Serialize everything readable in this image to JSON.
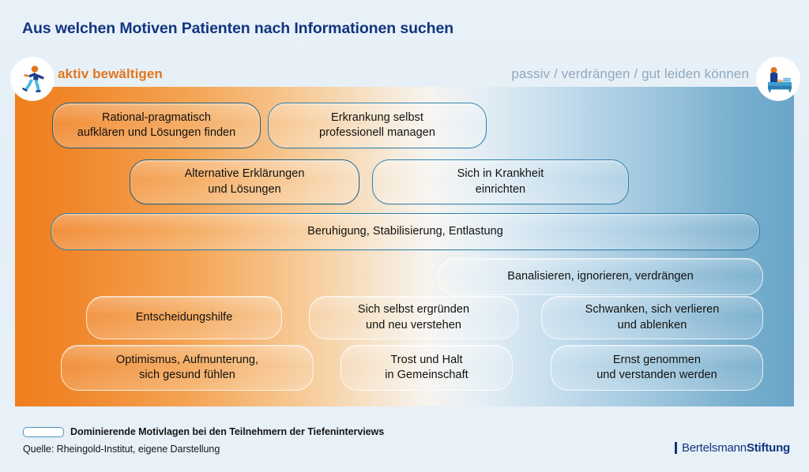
{
  "page": {
    "title": "Aus welchen Motiven Patienten nach Informationen suchen"
  },
  "header": {
    "left_label": "aktiv bewältigen",
    "right_label": "passiv / verdrängen / gut leiden können",
    "left_icon": "running-person-icon",
    "right_icon": "person-resting-on-bed-icon"
  },
  "colors": {
    "title": "#12357f",
    "left_accent": "#e2751b",
    "right_accent": "#8fa9bd",
    "gradient_start": "#ef7f1d",
    "gradient_mid": "#f6f4ef",
    "gradient_end": "#6aa6c8",
    "dominant_border": "#1c5f7d",
    "soft_border": "#ffffff",
    "logo": "#12357f"
  },
  "panel": {
    "boxes": [
      {
        "id": "rational-pragmatisch",
        "lines": [
          "Rational-pragmatisch",
          "aufklären und Lösungen finden"
        ],
        "dominant": true
      },
      {
        "id": "erkrankung-managen",
        "lines": [
          "Erkrankung selbst",
          "professionell managen"
        ],
        "dominant": true
      },
      {
        "id": "alternative-erklaerungen",
        "lines": [
          "Alternative Erklärungen",
          "und Lösungen"
        ],
        "dominant": true
      },
      {
        "id": "sich-einrichten",
        "lines": [
          "Sich in Krankheit",
          "einrichten"
        ],
        "dominant": true
      },
      {
        "id": "beruhigung",
        "lines": [
          "Beruhigung, Stabilisierung, Entlastung"
        ],
        "dominant": true
      },
      {
        "id": "banalisieren",
        "lines": [
          "Banalisieren, ignorieren, verdrängen"
        ],
        "dominant": false
      },
      {
        "id": "entscheidungshilfe",
        "lines": [
          "Entscheidungshilfe"
        ],
        "dominant": false
      },
      {
        "id": "sich-ergruenden",
        "lines": [
          "Sich selbst ergründen",
          "und neu verstehen"
        ],
        "dominant": false
      },
      {
        "id": "schwanken",
        "lines": [
          "Schwanken, sich verlieren",
          "und ablenken"
        ],
        "dominant": false
      },
      {
        "id": "optimismus",
        "lines": [
          "Optimismus, Aufmunterung,",
          "sich gesund fühlen"
        ],
        "dominant": false
      },
      {
        "id": "trost-halt",
        "lines": [
          "Trost und Halt",
          "in Gemeinschaft"
        ],
        "dominant": false
      },
      {
        "id": "ernst-genommen",
        "lines": [
          "Ernst genommen",
          "und verstanden werden"
        ],
        "dominant": false
      }
    ]
  },
  "legend": {
    "swatch_label": "Dominierende Motivlagen bei den Teilnehmern der Tiefeninterviews",
    "source": "Quelle: Rheingold-Institut, eigene Darstellung"
  },
  "logo": {
    "part1": "Bertelsmann",
    "part2": "Stiftung"
  }
}
